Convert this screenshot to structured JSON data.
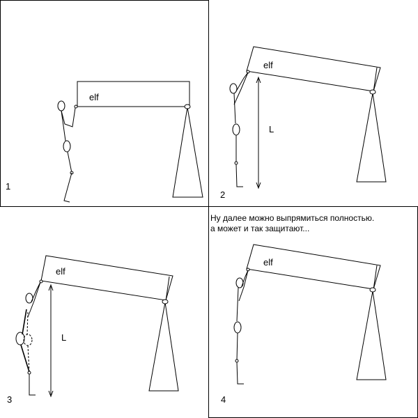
{
  "caption_line1": "Ну далее можно выпрямиться полностью.",
  "caption_line2": "а может и так  защитают...",
  "panels": [
    {
      "number": "1",
      "bar_label": "elf"
    },
    {
      "number": "2",
      "bar_label": "elf",
      "dimension_label": "L"
    },
    {
      "number": "3",
      "bar_label": "elf",
      "dimension_label": "L"
    },
    {
      "number": "4",
      "bar_label": "elf"
    }
  ]
}
